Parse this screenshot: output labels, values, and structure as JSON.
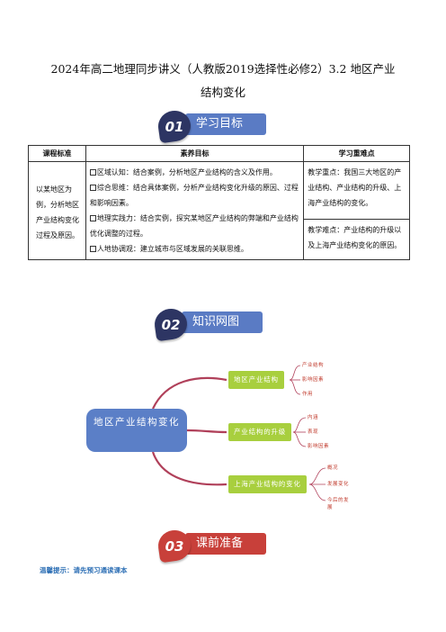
{
  "document": {
    "title_line1": "2024年高二地理同步讲义（人教版2019选择性必修2）3.2  地区产业",
    "title_line2": "结构变化"
  },
  "sections": [
    {
      "number": "01",
      "label": "学习目标",
      "color": "#5a7bc4"
    },
    {
      "number": "02",
      "label": "知识网图",
      "color": "#5a7bc4"
    },
    {
      "number": "03",
      "label": "课前准备",
      "color": "#c8403a"
    }
  ],
  "objectives_table": {
    "headers": [
      "课程标准",
      "素养目标",
      "学习重难点"
    ],
    "standard": "以某地区为例，分析地区产业结构变化过程及原因。",
    "literacy": [
      "区域认知：结合案例，分析地区产业结构的含义及作用。",
      "综合思维：结合具体案例，分析产业结构变化升级的原因、过程和影响因素。",
      "地理实践力：结合实例，探究某地区产业结构的弊端和产业结构优化调整的过程。",
      "人地协调观：建立城市与区域发展的关联思维。"
    ],
    "key_point": "教学重点：我国三大地区的产业结构、产业结构的升级、上海产业结构的变化。",
    "difficult_point": "教学难点：产业结构的升级以及上海产业结构变化的原因。"
  },
  "mind_map": {
    "central": "地区产业结构变化",
    "branches": [
      {
        "label": "地区产业结构",
        "leaves": [
          "产业结构",
          "影响因素",
          "作用"
        ]
      },
      {
        "label": "产业结构的升级",
        "leaves": [
          "内涵",
          "表现",
          "影响因素"
        ]
      },
      {
        "label": "上海产业结构的变化",
        "leaves": [
          "概况",
          "发展变化",
          "今后的发展"
        ]
      }
    ],
    "colors": {
      "central": "#5b7fc7",
      "branch": "#a8cf3e",
      "connector": "#b0405a",
      "leaf_text": "#c0392b"
    }
  },
  "tip": "温馨提示：请先预习通读课本"
}
